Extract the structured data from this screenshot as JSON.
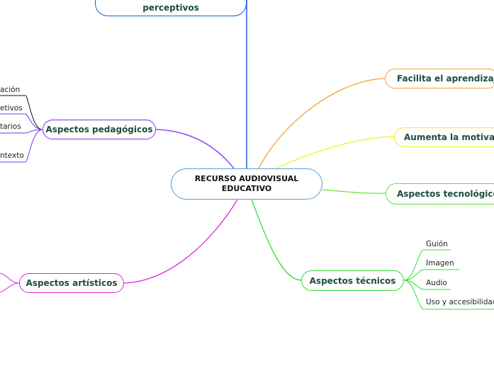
{
  "central": {
    "line1": "RECURSO AUDIOVISUAL",
    "line2": "EDUCATIVO"
  },
  "branches": {
    "perceptivos": {
      "label": "perceptivos",
      "color": "#1f5fd6"
    },
    "pedagogicos": {
      "label": "Aspectos pedagógicos",
      "color": "#7b2ff7",
      "children": [
        "ación",
        "etivos",
        "tarios",
        "ntexto"
      ]
    },
    "artisticos": {
      "label": "Aspectos artísticos",
      "color": "#e020e0"
    },
    "facilita": {
      "label": "Facilita el aprendizaje",
      "color": "#f5a030"
    },
    "motivacion": {
      "label": "Aumenta la motivación",
      "color": "#f0f020"
    },
    "tecnologicos": {
      "label": "Aspectos tecnológicos",
      "color": "#66e040"
    },
    "tecnicos": {
      "label": "Aspectos técnicos",
      "color": "#33e033",
      "children": [
        "Guión",
        "Imagen",
        "Audio",
        "Uso y accesibilidad"
      ]
    }
  }
}
